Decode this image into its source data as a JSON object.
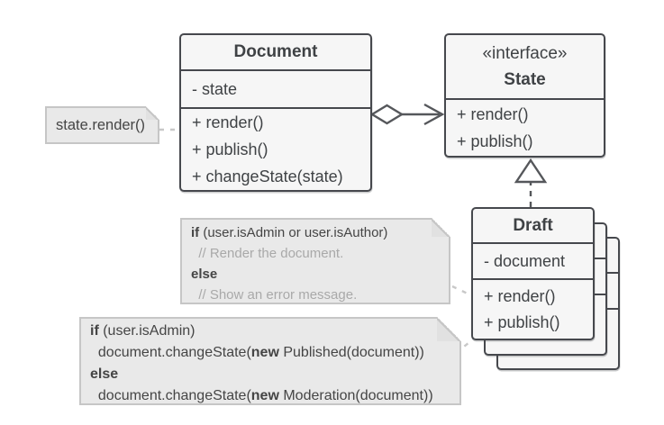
{
  "colors": {
    "canvas_bg": "#ffffff",
    "box_fill": "#f6f6f6",
    "box_border": "#46484d",
    "box_text": "#3f4245",
    "note_fill": "#e9e9e9",
    "note_border": "#c6c6c6",
    "note_flap": "#e1e1e1",
    "note_text": "#454545",
    "note_comment": "#a9a9a9",
    "connector": "#c8c8c8",
    "edge": "#55575b"
  },
  "classes": {
    "document": {
      "title": "Document",
      "attributes": [
        "- state"
      ],
      "methods": [
        "+ render()",
        "+ publish()",
        "+ changeState(state)"
      ]
    },
    "state": {
      "stereotype": "«interface»",
      "title": "State",
      "methods": [
        "+ render()",
        "+ publish()"
      ]
    },
    "draft": {
      "title": "Draft",
      "attributes": [
        "- document"
      ],
      "methods": [
        "+ render()",
        "+ publish()"
      ]
    }
  },
  "relations": {
    "aggregation": "Document has-a State (hollow diamond, open arrow)",
    "realization": "Draft implements State (dashed line, hollow triangle)"
  },
  "notes": [
    {
      "name": "state-render-note",
      "lines": [
        [
          {
            "t": "state.render()",
            "s": "code"
          }
        ]
      ]
    },
    {
      "name": "render-logic-note",
      "lines": [
        [
          {
            "t": "if",
            "s": "kw"
          },
          {
            "t": " (user.isAdmin or user.isAuthor)",
            "s": "code"
          }
        ],
        [
          {
            "t": "  // Render the document.",
            "s": "comment"
          }
        ],
        [
          {
            "t": "else",
            "s": "kw"
          }
        ],
        [
          {
            "t": "  // Show an error message.",
            "s": "comment"
          }
        ]
      ]
    },
    {
      "name": "changestate-logic-note",
      "lines": [
        [
          {
            "t": "if",
            "s": "kw"
          },
          {
            "t": " (user.isAdmin)",
            "s": "code"
          }
        ],
        [
          {
            "t": "  document.changeState(",
            "s": "code"
          },
          {
            "t": "new",
            "s": "kw"
          },
          {
            "t": " Published(document))",
            "s": "code"
          }
        ],
        [
          {
            "t": "else",
            "s": "kw"
          }
        ],
        [
          {
            "t": "  document.changeState(",
            "s": "code"
          },
          {
            "t": "new",
            "s": "kw"
          },
          {
            "t": " Moderation(document))",
            "s": "code"
          }
        ]
      ]
    }
  ]
}
